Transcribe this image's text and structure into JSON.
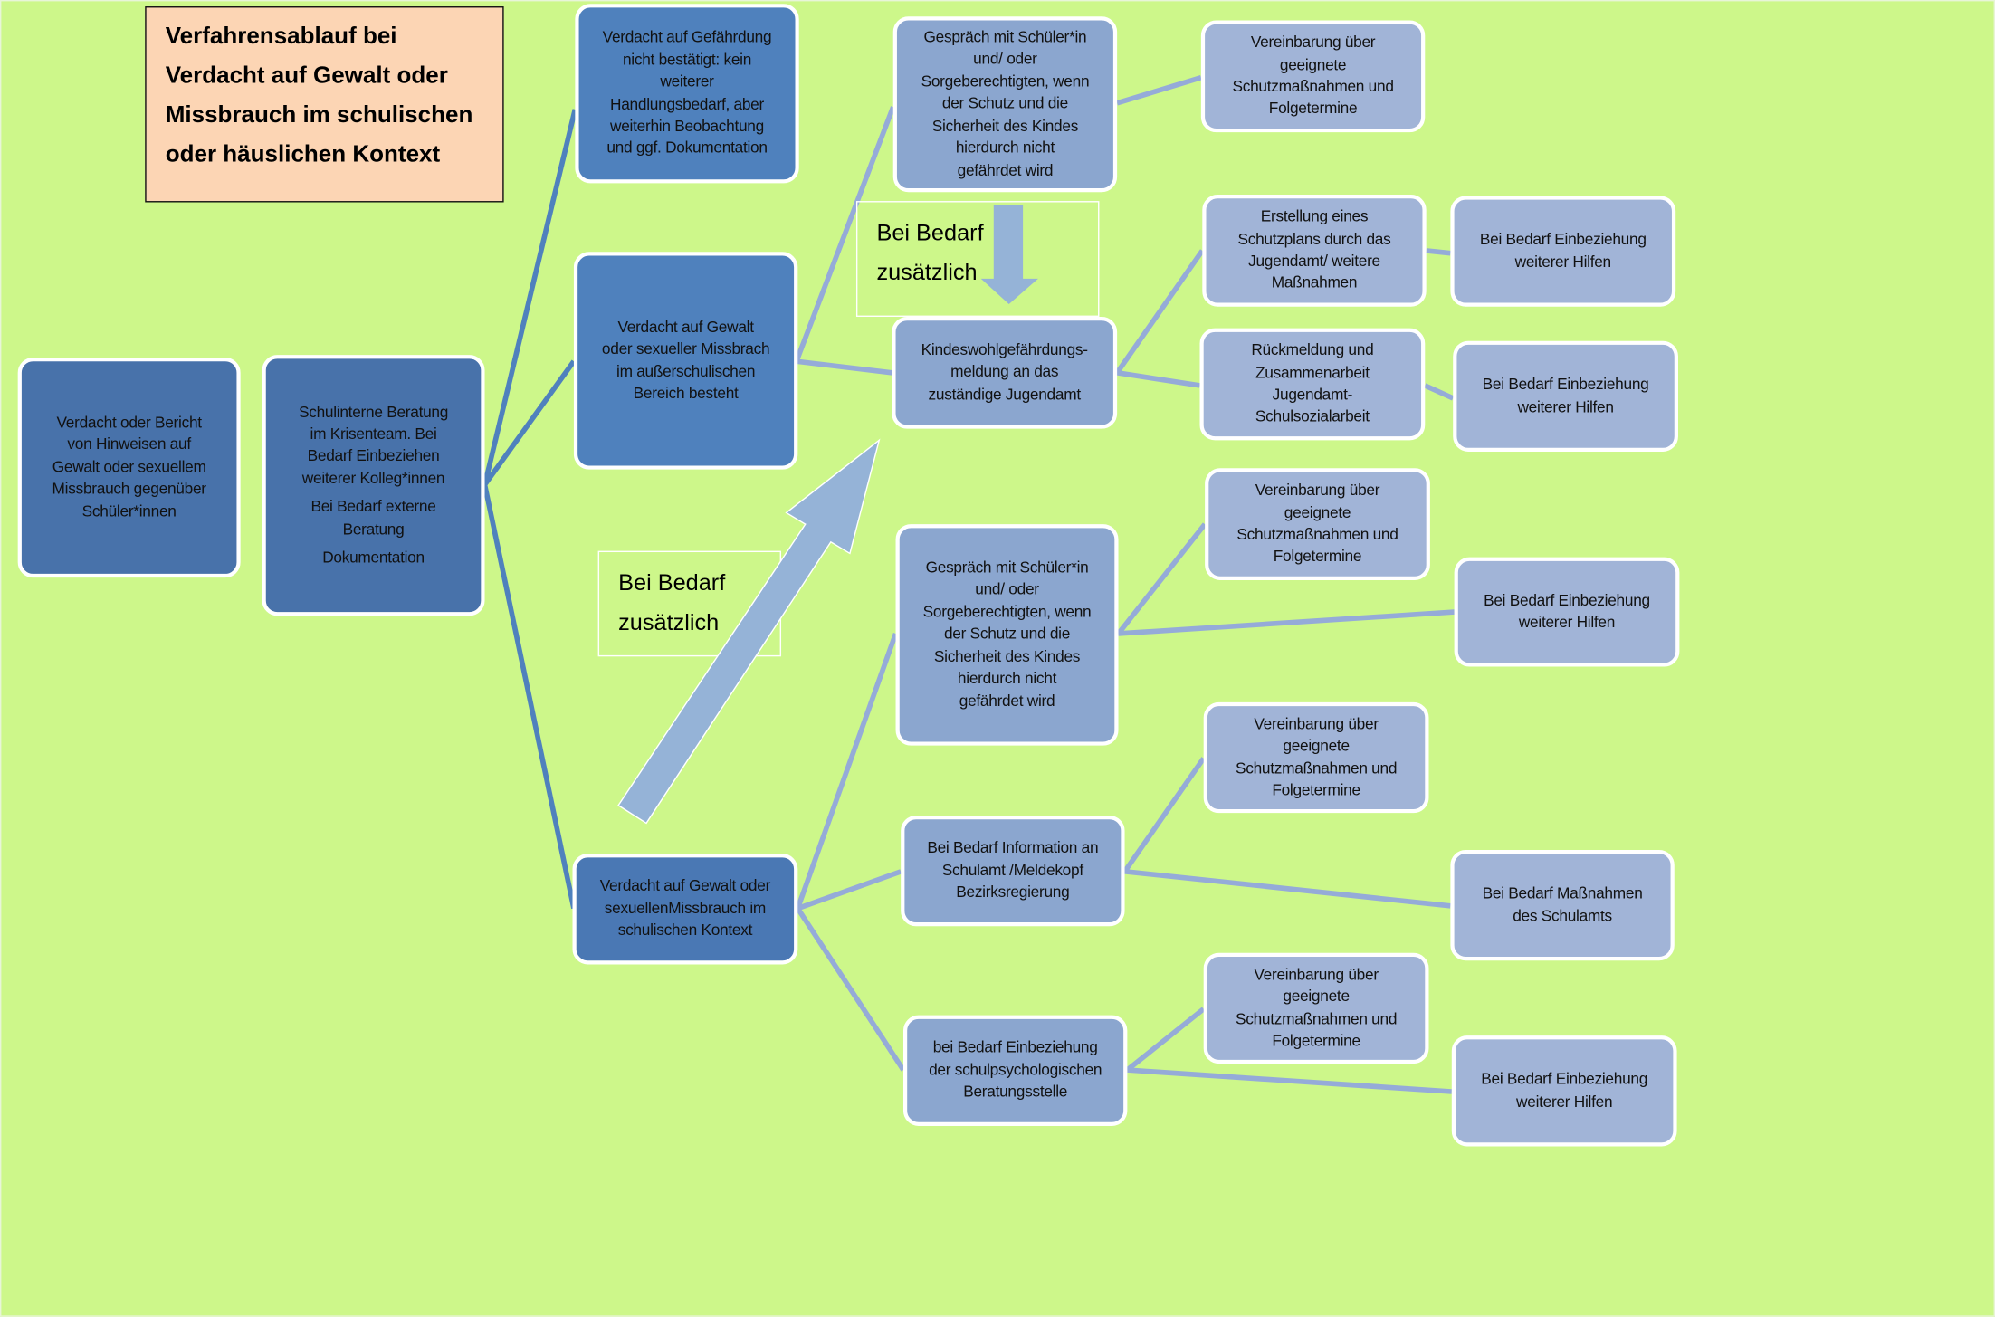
{
  "title": "Verfahrensablauf bei\nVerdacht auf Gewalt oder\nMissbrauch im schulischen\noder häuslichen Kontext",
  "colors": {
    "background": "#cdf78a",
    "title_fill": "#fcd5b4",
    "level1": "#4872aa",
    "level2": "#4f81bd",
    "level3": "#8ba6cf",
    "level4": "#a1b4d7"
  },
  "nodes": {
    "start": "Verdacht oder Bericht\nvon Hinweisen auf\nGewalt oder sexuellem\nMissbrauch gegenüber\nSchüler*innen",
    "beratung": [
      "Schulinterne Beratung\nim Krisenteam. Bei\nBedarf Einbeziehen\nweiterer Kolleg*innen",
      "Bei Bedarf externe\nBeratung",
      "Dokumentation"
    ],
    "nicht_bestaetigt": "Verdacht auf Gefährdung\nnicht bestätigt:  kein\nweiterer\nHandlungsbedarf, aber\nweiterhin Beobachtung\nund ggf. Dokumentation",
    "ausserschulisch": "Verdacht auf Gewalt\noder sexueller Missbrach\nim außerschulischen\nBereich besteht",
    "schulisch": "Verdacht auf Gewalt oder\nsexuellenMissbrauch im\nschulischen Kontext",
    "gespraech1": "Gespräch mit Schüler*in\nund/ oder\nSorgeberechtigten, wenn\nder Schutz und die\nSicherheit des Kindes\nhierdurch nicht\ngefährdet wird",
    "meldung": "Kindeswohlgefährdungs-\nmeldung an das\nzuständige Jugendamt",
    "gespraech2": "Gespräch mit Schüler*in\nund/ oder\nSorgeberechtigten, wenn\nder Schutz und die\nSicherheit des Kindes\nhierdurch nicht\ngefährdet wird",
    "schulamt_info": "Bei Bedarf Information an\nSchulamt /Meldekopf\nBezirksregierung",
    "schulpsych": "bei Bedarf Einbeziehung\nder schulpsychologischen\nBeratungsstelle",
    "vereinbarung1": "Vereinbarung über\ngeeignete\nSchutzmaßnahmen und\nFolgetermine",
    "schutzplan": "Erstellung eines\nSchutzplans durch das\nJugendamt/ weitere\nMaßnahmen",
    "rueckmeldung": "Rückmeldung und\nZusammenarbeit\nJugendamt-\nSchulsozialarbeit",
    "vereinbarung2": "Vereinbarung über\ngeeignete\nSchutzmaßnahmen und\nFolgetermine",
    "vereinbarung3": "Vereinbarung über\ngeeignete\nSchutzmaßnahmen und\nFolgetermine",
    "vereinbarung4": "Vereinbarung über\ngeeignete\nSchutzmaßnahmen und\nFolgetermine",
    "hilfen1": "Bei Bedarf Einbeziehung\nweiterer Hilfen",
    "hilfen2": "Bei Bedarf Einbeziehung\nweiterer Hilfen",
    "hilfen3": "Bei Bedarf Einbeziehung\nweiterer Hilfen",
    "massnahmen_schulamt": "Bei Bedarf Maßnahmen\ndes Schulamts",
    "hilfen4": "Bei Bedarf Einbeziehung\nweiterer Hilfen"
  },
  "notes": {
    "note1": "Bei Bedarf\nzusätzlich",
    "note2": "Bei Bedarf\nzusätzlich"
  }
}
